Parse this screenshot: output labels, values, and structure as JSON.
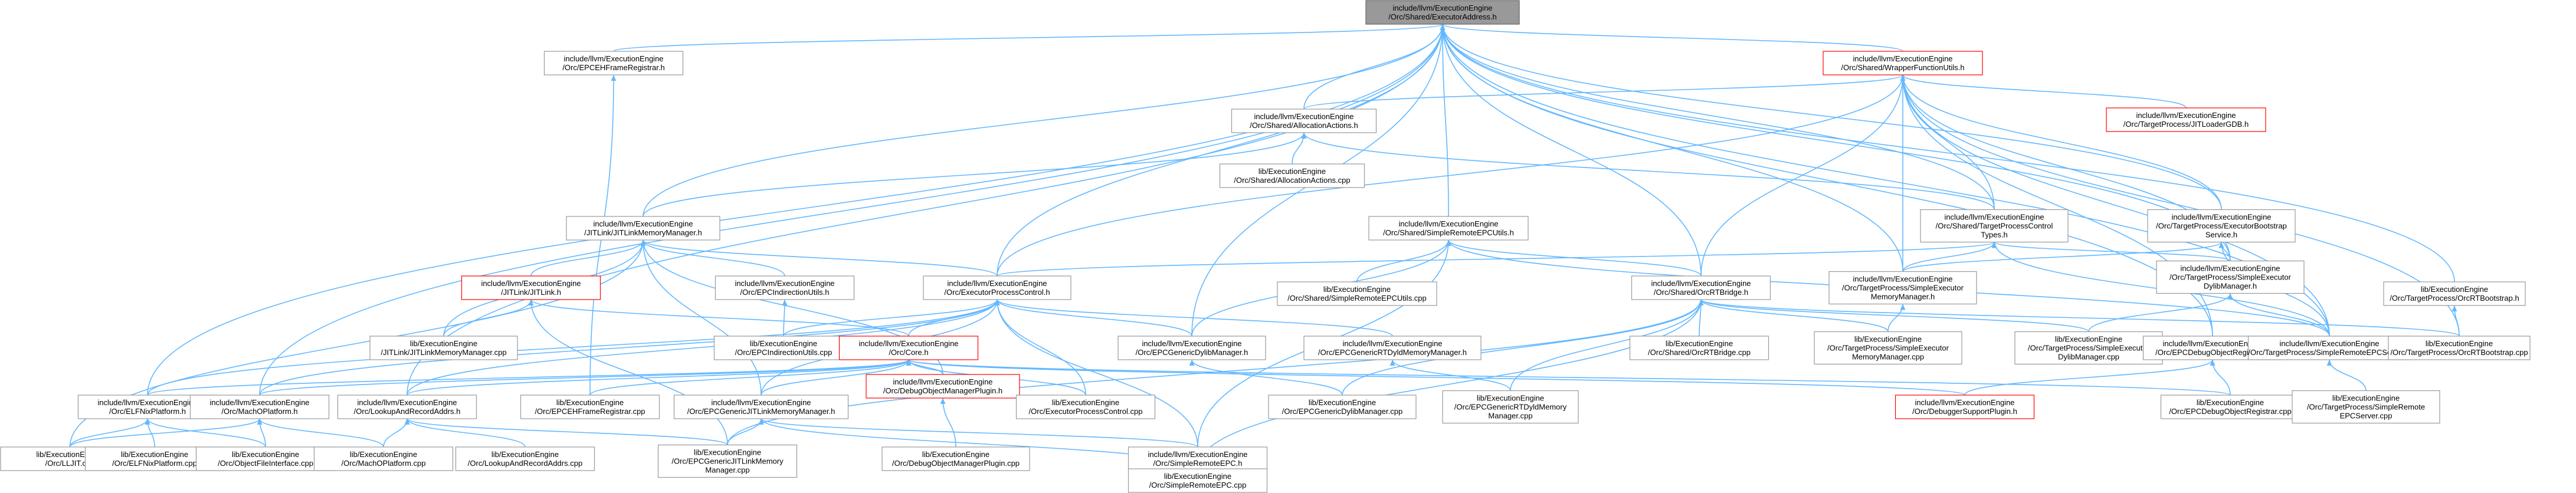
{
  "colors": {
    "edge": "#63b8ff",
    "node_border": "#999999",
    "root_fill": "#999999",
    "highlight_border": "#ff0000"
  },
  "nodes": [
    {
      "id": "root",
      "lines": [
        "include/llvm/ExecutionEngine",
        "/Orc/Shared/ExecutorAddress.h"
      ],
      "style": "root"
    },
    {
      "id": "eh_reg_h",
      "lines": [
        "include/llvm/ExecutionEngine",
        "/Orc/EPCEHFrameRegistrar.h"
      ]
    },
    {
      "id": "wrapper_h",
      "lines": [
        "include/llvm/ExecutionEngine",
        "/Orc/Shared/WrapperFunctionUtils.h"
      ],
      "style": "red"
    },
    {
      "id": "alloc_h",
      "lines": [
        "include/llvm/ExecutionEngine",
        "/Orc/Shared/AllocationActions.h"
      ]
    },
    {
      "id": "jitloadergdb_h",
      "lines": [
        "include/llvm/ExecutionEngine",
        "/Orc/TargetProcess/JITLoaderGDB.h"
      ],
      "style": "red"
    },
    {
      "id": "alloc_cpp",
      "lines": [
        "lib/ExecutionEngine",
        "/Orc/Shared/AllocationActions.cpp"
      ]
    },
    {
      "id": "jitlinkmm_h",
      "lines": [
        "include/llvm/ExecutionEngine",
        "/JITLink/JITLinkMemoryManager.h"
      ]
    },
    {
      "id": "sremote_h",
      "lines": [
        "include/llvm/ExecutionEngine",
        "/Orc/Shared/SimpleRemoteEPCUtils.h"
      ]
    },
    {
      "id": "tpctypes_h",
      "lines": [
        "include/llvm/ExecutionEngine",
        "/Orc/Shared/TargetProcessControl",
        "Types.h"
      ]
    },
    {
      "id": "bootstrap_h",
      "lines": [
        "include/llvm/ExecutionEngine",
        "/Orc/TargetProcess/ExecutorBootstrap",
        "Service.h"
      ]
    },
    {
      "id": "jitlink_h",
      "lines": [
        "include/llvm/ExecutionEngine",
        "/JITLink/JITLink.h"
      ],
      "style": "red"
    },
    {
      "id": "indirection_h",
      "lines": [
        "include/llvm/ExecutionEngine",
        "/Orc/EPCIndirectionUtils.h"
      ]
    },
    {
      "id": "epc_h",
      "lines": [
        "include/llvm/ExecutionEngine",
        "/Orc/ExecutorProcessControl.h"
      ]
    },
    {
      "id": "sremote_cpp",
      "lines": [
        "lib/ExecutionEngine",
        "/Orc/Shared/SimpleRemoteEPCUtils.cpp"
      ]
    },
    {
      "id": "rtbridge_h",
      "lines": [
        "include/llvm/ExecutionEngine",
        "/Orc/Shared/OrcRTBridge.h"
      ]
    },
    {
      "id": "simplemm_h",
      "lines": [
        "include/llvm/ExecutionEngine",
        "/Orc/TargetProcess/SimpleExecutor",
        "MemoryManager.h"
      ]
    },
    {
      "id": "simpledylib_h",
      "lines": [
        "include/llvm/ExecutionEngine",
        "/Orc/TargetProcess/SimpleExecutor",
        "DylibManager.h"
      ]
    },
    {
      "id": "rtbootstrap_h",
      "lines": [
        "lib/ExecutionEngine",
        "/Orc/TargetProcess/OrcRTBootstrap.h"
      ]
    },
    {
      "id": "jitlinkmm_cpp",
      "lines": [
        "lib/ExecutionEngine",
        "/JITLink/JITLinkMemoryManager.cpp"
      ]
    },
    {
      "id": "indirection_cpp",
      "lines": [
        "lib/ExecutionEngine",
        "/Orc/EPCIndirectionUtils.cpp"
      ]
    },
    {
      "id": "core_h",
      "lines": [
        "include/llvm/ExecutionEngine",
        "/Orc/Core.h"
      ],
      "style": "red"
    },
    {
      "id": "dylibmgr_h",
      "lines": [
        "include/llvm/ExecutionEngine",
        "/Orc/EPCGenericDylibManager.h"
      ]
    },
    {
      "id": "rtdyldmm_h",
      "lines": [
        "include/llvm/ExecutionEngine",
        "/Orc/EPCGenericRTDyldMemoryManager.h"
      ]
    },
    {
      "id": "rtbridge_cpp",
      "lines": [
        "lib/ExecutionEngine",
        "/Orc/Shared/OrcRTBridge.cpp"
      ]
    },
    {
      "id": "simplemm_cpp",
      "lines": [
        "lib/ExecutionEngine",
        "/Orc/TargetProcess/SimpleExecutor",
        "MemoryManager.cpp"
      ]
    },
    {
      "id": "simpledylib_cpp",
      "lines": [
        "lib/ExecutionEngine",
        "/Orc/TargetProcess/SimpleExecutor",
        "DylibManager.cpp"
      ]
    },
    {
      "id": "debugobjreg_h",
      "lines": [
        "include/llvm/ExecutionEngine",
        "/Orc/EPCDebugObjectRegistrar.h"
      ]
    },
    {
      "id": "remoteepcserver_h",
      "lines": [
        "include/llvm/ExecutionEngine",
        "/Orc/TargetProcess/SimpleRemoteEPCServer.h"
      ]
    },
    {
      "id": "rtbootstrap_cpp",
      "lines": [
        "lib/ExecutionEngine",
        "/Orc/TargetProcess/OrcRTBootstrap.cpp"
      ]
    },
    {
      "id": "elfnix_h",
      "lines": [
        "include/llvm/ExecutionEngine",
        "/Orc/ELFNixPlatform.h"
      ]
    },
    {
      "id": "macho_h",
      "lines": [
        "include/llvm/ExecutionEngine",
        "/Orc/MachOPlatform.h"
      ]
    },
    {
      "id": "lookupaddr_h",
      "lines": [
        "include/llvm/ExecutionEngine",
        "/Orc/LookupAndRecordAddrs.h"
      ]
    },
    {
      "id": "ehframe_cpp",
      "lines": [
        "lib/ExecutionEngine",
        "/Orc/EPCEHFrameRegistrar.cpp"
      ]
    },
    {
      "id": "genericjitmm_h",
      "lines": [
        "include/llvm/ExecutionEngine",
        "/Orc/EPCGenericJITLinkMemoryManager.h"
      ]
    },
    {
      "id": "debugplugin_h",
      "lines": [
        "include/llvm/ExecutionEngine",
        "/Orc/DebugObjectManagerPlugin.h"
      ],
      "style": "red"
    },
    {
      "id": "epc_cpp",
      "lines": [
        "lib/ExecutionEngine",
        "/Orc/ExecutorProcessControl.cpp"
      ]
    },
    {
      "id": "dylibmgr_cpp",
      "lines": [
        "lib/ExecutionEngine",
        "/Orc/EPCGenericDylibManager.cpp"
      ]
    },
    {
      "id": "rtdyldmm_cpp",
      "lines": [
        "lib/ExecutionEngine",
        "/Orc/EPCGenericRTDyldMemory",
        "Manager.cpp"
      ]
    },
    {
      "id": "debugsupport_h",
      "lines": [
        "include/llvm/ExecutionEngine",
        "/Orc/DebuggerSupportPlugin.h"
      ],
      "style": "red"
    },
    {
      "id": "debugobjreg_cpp",
      "lines": [
        "lib/ExecutionEngine",
        "/Orc/EPCDebugObjectRegistrar.cpp"
      ]
    },
    {
      "id": "remoteepcserver_cpp",
      "lines": [
        "lib/ExecutionEngine",
        "/Orc/TargetProcess/SimpleRemote",
        "EPCServer.cpp"
      ]
    },
    {
      "id": "lljit_cpp",
      "lines": [
        "lib/ExecutionEngine",
        "/Orc/LLJIT.cpp"
      ]
    },
    {
      "id": "elfnix_cpp",
      "lines": [
        "lib/ExecutionEngine",
        "/Orc/ELFNixPlatform.cpp"
      ]
    },
    {
      "id": "objiface_cpp",
      "lines": [
        "lib/ExecutionEngine",
        "/Orc/ObjectFileInterface.cpp"
      ]
    },
    {
      "id": "macho_cpp",
      "lines": [
        "lib/ExecutionEngine",
        "/Orc/MachOPlatform.cpp"
      ]
    },
    {
      "id": "lookupaddr_cpp",
      "lines": [
        "lib/ExecutionEngine",
        "/Orc/LookupAndRecordAddrs.cpp"
      ]
    },
    {
      "id": "genericjitmm_cpp",
      "lines": [
        "lib/ExecutionEngine",
        "/Orc/EPCGenericJITLinkMemory",
        "Manager.cpp"
      ]
    },
    {
      "id": "debugplugin_cpp",
      "lines": [
        "lib/ExecutionEngine",
        "/Orc/DebugObjectManagerPlugin.cpp"
      ]
    },
    {
      "id": "remoteepc_h",
      "lines": [
        "include/llvm/ExecutionEngine",
        "/Orc/SimpleRemoteEPC.h"
      ]
    },
    {
      "id": "remoteepc_cpp",
      "lines": [
        "lib/ExecutionEngine",
        "/Orc/SimpleRemoteEPC.cpp"
      ]
    }
  ],
  "edges": [
    [
      "eh_reg_h",
      "root"
    ],
    [
      "wrapper_h",
      "root"
    ],
    [
      "alloc_h",
      "root"
    ],
    [
      "jitlinkmm_h",
      "root"
    ],
    [
      "sremote_h",
      "root"
    ],
    [
      "tpctypes_h",
      "root"
    ],
    [
      "bootstrap_h",
      "root"
    ],
    [
      "epc_h",
      "root"
    ],
    [
      "rtbridge_h",
      "root"
    ],
    [
      "simplemm_h",
      "root"
    ],
    [
      "rtbootstrap_h",
      "root"
    ],
    [
      "elfnix_h",
      "root"
    ],
    [
      "macho_h",
      "root"
    ],
    [
      "lookupaddr_h",
      "root"
    ],
    [
      "debugobjreg_h",
      "root"
    ],
    [
      "remoteepcserver_h",
      "root"
    ],
    [
      "simpledylib_h",
      "root"
    ],
    [
      "dylibmgr_h",
      "root"
    ],
    [
      "alloc_h",
      "wrapper_h"
    ],
    [
      "jitloadergdb_h",
      "wrapper_h"
    ],
    [
      "tpctypes_h",
      "wrapper_h"
    ],
    [
      "bootstrap_h",
      "wrapper_h"
    ],
    [
      "simplemm_h",
      "wrapper_h"
    ],
    [
      "simpledylib_h",
      "wrapper_h"
    ],
    [
      "rtbootstrap_cpp",
      "wrapper_h"
    ],
    [
      "remoteepcserver_h",
      "wrapper_h"
    ],
    [
      "rtbridge_h",
      "wrapper_h"
    ],
    [
      "epc_h",
      "wrapper_h"
    ],
    [
      "debugobjreg_h",
      "wrapper_h"
    ],
    [
      "jitloadergdb_cpp_dummy",
      "wrapper_h"
    ],
    [
      "alloc_cpp",
      "alloc_h"
    ],
    [
      "jitlinkmm_h",
      "alloc_h"
    ],
    [
      "tpctypes_h",
      "alloc_h"
    ],
    [
      "jitlink_h",
      "jitlinkmm_h"
    ],
    [
      "indirection_h",
      "jitlinkmm_h"
    ],
    [
      "epc_h",
      "jitlinkmm_h"
    ],
    [
      "jitlinkmm_cpp",
      "jitlinkmm_h"
    ],
    [
      "genericjitmm_h",
      "jitlinkmm_h"
    ],
    [
      "lljit_cpp",
      "jitlinkmm_h"
    ],
    [
      "debugplugin_h",
      "jitlinkmm_h"
    ],
    [
      "sremote_cpp",
      "sremote_h"
    ],
    [
      "rtbridge_h",
      "sremote_h"
    ],
    [
      "remoteepc_h",
      "sremote_h"
    ],
    [
      "remoteepcserver_h",
      "sremote_h"
    ],
    [
      "dylibmgr_h",
      "sremote_h"
    ],
    [
      "epc_h",
      "tpctypes_h"
    ],
    [
      "simplemm_h",
      "tpctypes_h"
    ],
    [
      "simpledylib_h",
      "tpctypes_h"
    ],
    [
      "remoteepcserver_h",
      "tpctypes_h"
    ],
    [
      "simplemm_h",
      "bootstrap_h"
    ],
    [
      "simpledylib_h",
      "bootstrap_h"
    ],
    [
      "remoteepcserver_h",
      "bootstrap_h"
    ],
    [
      "jitlinkmm_cpp",
      "jitlink_h"
    ],
    [
      "core_h",
      "jitlink_h"
    ],
    [
      "genericjitmm_cpp",
      "jitlink_h"
    ],
    [
      "indirection_cpp",
      "indirection_h"
    ],
    [
      "core_h",
      "epc_h"
    ],
    [
      "dylibmgr_h",
      "epc_h"
    ],
    [
      "rtdyldmm_h",
      "epc_h"
    ],
    [
      "elfnix_h",
      "epc_h"
    ],
    [
      "macho_h",
      "epc_h"
    ],
    [
      "lookupaddr_h",
      "epc_h"
    ],
    [
      "indirection_cpp",
      "epc_h"
    ],
    [
      "epc_cpp",
      "epc_h"
    ],
    [
      "remoteepc_h",
      "epc_h"
    ],
    [
      "genericjitmm_h",
      "epc_h"
    ],
    [
      "rtbridge_cpp",
      "rtbridge_h"
    ],
    [
      "simplemm_cpp",
      "rtbridge_h"
    ],
    [
      "simpledylib_cpp",
      "rtbridge_h"
    ],
    [
      "rtdyldmm_cpp",
      "rtbridge_h"
    ],
    [
      "dylibmgr_cpp",
      "rtbridge_h"
    ],
    [
      "genericjitmm_cpp",
      "rtbridge_h"
    ],
    [
      "remoteepc_cpp",
      "rtbridge_h"
    ],
    [
      "rtbootstrap_cpp",
      "rtbridge_h"
    ],
    [
      "simplemm_cpp",
      "simplemm_h"
    ],
    [
      "simpledylib_cpp",
      "simpledylib_h"
    ],
    [
      "remoteepcserver_h",
      "simpledylib_h"
    ],
    [
      "rtbootstrap_cpp",
      "rtbootstrap_h"
    ],
    [
      "elfnix_h",
      "core_h"
    ],
    [
      "macho_h",
      "core_h"
    ],
    [
      "lookupaddr_h",
      "core_h"
    ],
    [
      "ehframe_cpp",
      "core_h"
    ],
    [
      "genericjitmm_h",
      "core_h"
    ],
    [
      "debugplugin_h",
      "core_h"
    ],
    [
      "epc_cpp",
      "core_h"
    ],
    [
      "debugsupport_h",
      "core_h"
    ],
    [
      "debugobjreg_cpp",
      "core_h"
    ],
    [
      "dylibmgr_cpp",
      "dylibmgr_h"
    ],
    [
      "rtdyldmm_cpp",
      "rtdyldmm_h"
    ],
    [
      "debugsupport_h",
      "debugobjreg_h"
    ],
    [
      "debugobjreg_cpp",
      "debugobjreg_h"
    ],
    [
      "remoteepcserver_cpp",
      "remoteepcserver_h"
    ],
    [
      "lljit_cpp",
      "elfnix_h"
    ],
    [
      "elfnix_cpp",
      "elfnix_h"
    ],
    [
      "objiface_cpp",
      "elfnix_h"
    ],
    [
      "lljit_cpp",
      "macho_h"
    ],
    [
      "macho_cpp",
      "macho_h"
    ],
    [
      "objiface_cpp",
      "macho_h"
    ],
    [
      "lookupaddr_cpp",
      "lookupaddr_h"
    ],
    [
      "macho_cpp",
      "lookupaddr_h"
    ],
    [
      "genericjitmm_cpp",
      "lookupaddr_h"
    ],
    [
      "genericjitmm_cpp",
      "genericjitmm_h"
    ],
    [
      "remoteepc_h",
      "genericjitmm_h"
    ],
    [
      "remoteepc_cpp",
      "genericjitmm_h"
    ],
    [
      "debugplugin_cpp",
      "debugplugin_h"
    ],
    [
      "remoteepc_cpp",
      "remoteepc_h"
    ],
    [
      "ehframe_cpp",
      "eh_reg_h"
    ]
  ]
}
